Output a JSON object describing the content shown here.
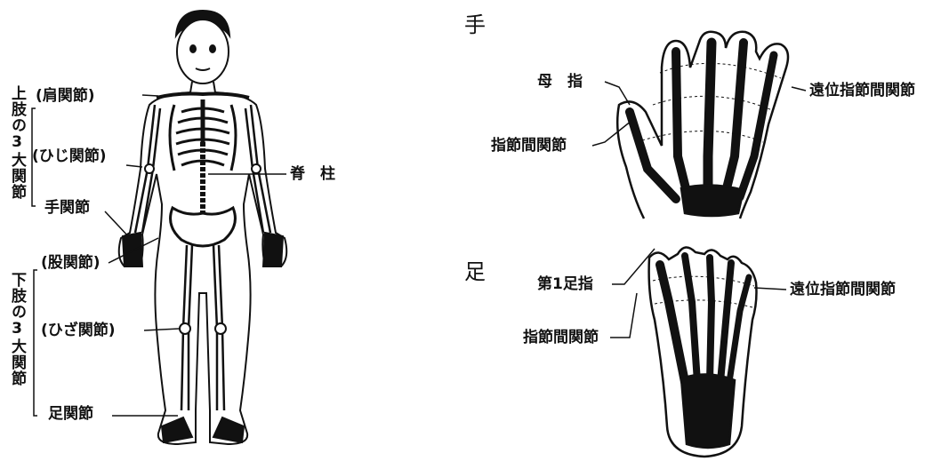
{
  "body": {
    "upper_group": "上肢の3大関節",
    "lower_group": "下肢の3大関節",
    "shoulder": "(肩関節)",
    "elbow": "(ひじ関節)",
    "wrist": "手関節",
    "hip": "(股関節)",
    "knee": "(ひざ関節)",
    "ankle": "足関節",
    "spine": "脊　柱"
  },
  "hand": {
    "title": "手",
    "thumb": "母　指",
    "interphalangeal": "指節間関節",
    "distal": "遠位指節間関節"
  },
  "foot": {
    "title": "足",
    "big_toe": "第1足指",
    "interphalangeal": "指節間関節",
    "distal": "遠位指節間関節"
  },
  "colors": {
    "ink": "#111111",
    "paper": "#ffffff"
  }
}
